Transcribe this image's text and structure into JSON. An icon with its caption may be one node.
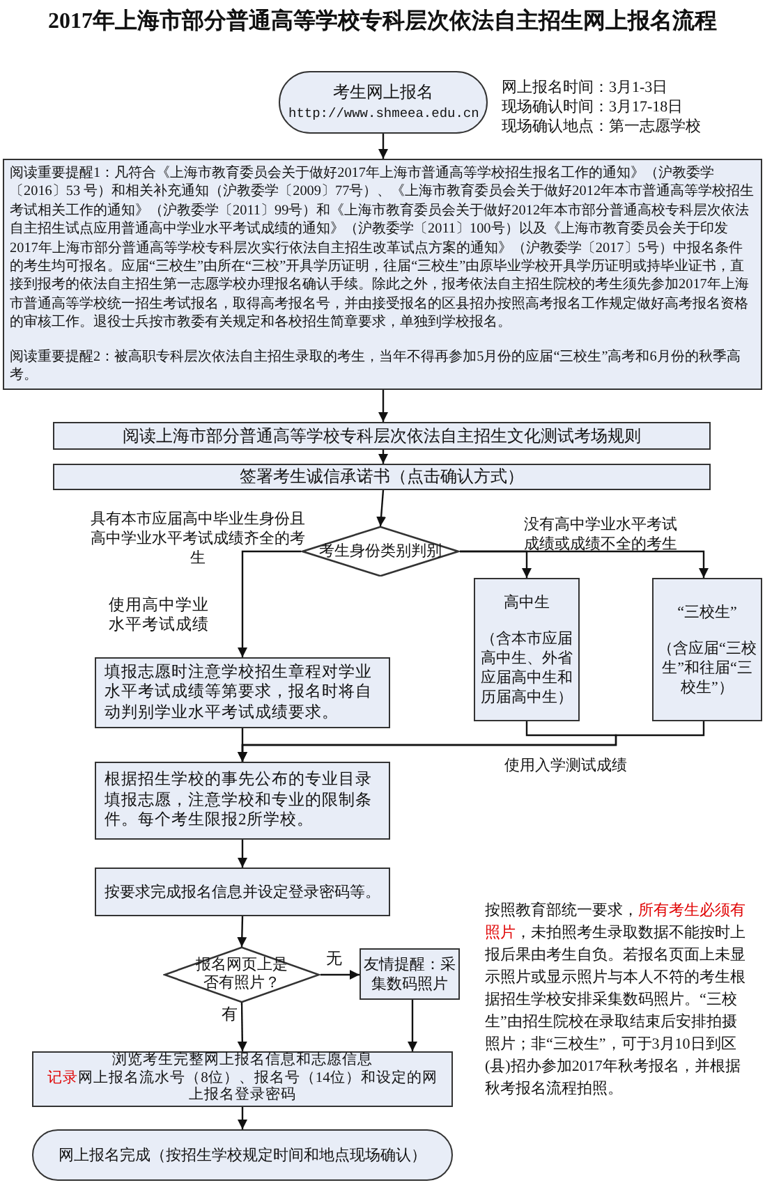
{
  "diagram": {
    "title": "2017年上海市部分普通高等学校专科层次依法自主招生网上报名流程",
    "nodes": [
      {
        "text": [
          "考生网上报名",
          "http://www.shmeea.edu.cn"
        ],
        "beside": [
          "网上报名时间：3月1-3日",
          "现场确认时间：3月17-18日",
          "现场确认地点：第一志愿学校"
        ]
      },
      {
        "text": [
          "阅读重要提醒1：凡符合《上海市教育委员会关于做好2017年上海市普通高等学校招生报名工作的通知》（沪教委学〔2016〕53 号）和相关补充通知（沪教委学〔2009〕77号）、《上海市教育委员会关于做好2012年本市普通高等学校招生考试相关工作的通知》（沪教委学〔2011〕99号）和《上海市教育委员会关于做好2012年本市部分普通高校专科层次依法自主招生试点应用普通高中学业水平考试成绩的通知》（沪教委学〔2011〕100号）以及《上海市教育委员会关于印发2017年上海市部分普通高等学校专科层次实行依法自主招生改革试点方案的通知》（沪教委学〔2017〕5号）中报名条件的考生均可报名。应届“三校生”由所在“三校”开具学历证明，往届“三校生”由原毕业学校开具学历证明或持毕业证书，直接到报考的依法自主招生第一志愿学校办理报名确认手续。除此之外，报考依法自主招生院校的考生须先参加2017年上海市普通高等学校统一招生考试报名，取得高考报名号，并由接受报名的区县招办按照高考报名工作规定做好高考报名资格的审核工作。退役士兵按市教委有关规定和各校招生简章要求，单独到学校报名。",
          "阅读重要提醒2：被高职专科层次依法自主招生录取的考生，当年不得再参加5月份的应届“三校生”高考和6月份的秋季高考。"
        ]
      },
      {
        "text": [
          "阅读上海市部分普通高等学校专科层次依法自主招生文化测试考场规则"
        ]
      },
      {
        "text": [
          "签署考生诚信承诺书（点击确认方式）"
        ]
      },
      {
        "text": [
          "考生身份类别判别"
        ]
      },
      {
        "text": [
          "高中生",
          "（含本市应届高中生、外省应届高中生和历届高中生）"
        ]
      },
      {
        "text": [
          "“三校生”",
          "（含应届“三校生”和往届“三校生”）"
        ]
      },
      {
        "text": [
          "填报志愿时注意学校招生章程对学业水平考试成绩等第要求，报名时将自动判别学业水平考试成绩要求。"
        ]
      },
      {
        "text": [
          "根据招生学校的事先公布的专业目录填报志愿，注意学校和专业的限制条件。每个考生限报2所学校。"
        ]
      },
      {
        "text": [
          "按要求完成报名信息并设定登录密码等。"
        ]
      },
      {
        "text": [
          "报名网页上是否有照片？"
        ]
      },
      {
        "text": [
          "友情提醒：采集数码照片"
        ]
      },
      {
        "text": [
          "浏览考生完整网上报名信息和志愿信息",
          "**记录**网上报名流水号（8位）、报名号（14位）和设定的网上报名登录密码"
        ]
      },
      {
        "text": [
          "网上报名完成（按招生学校规定时间和地点现场确认）"
        ]
      }
    ],
    "edges": [
      {
        "from": 0,
        "to": 1,
        "arrow": "to"
      },
      {
        "from": 1,
        "to": 2,
        "arrow": "to"
      },
      {
        "from": 2,
        "to": 3,
        "arrow": "to"
      },
      {
        "from": 3,
        "to": 4,
        "arrow": "to"
      },
      {
        "from": 4,
        "to": 7,
        "arrow": "to",
        "label": "使用高中学业水平考试成绩"
      },
      {
        "from": 4,
        "to": 5,
        "arrow": "to"
      },
      {
        "from": 4,
        "to": 6,
        "arrow": "to"
      },
      {
        "from": 7,
        "to": 8,
        "arrow": "to"
      },
      {
        "from": 5,
        "to": 8,
        "arrow": "to"
      },
      {
        "from": 6,
        "to": 8,
        "arrow": "to"
      },
      {
        "from": 8,
        "to": 9,
        "arrow": "to"
      },
      {
        "from": 9,
        "to": 10,
        "arrow": "to"
      },
      {
        "from": 10,
        "to": 11,
        "arrow": "to",
        "label": "无"
      },
      {
        "from": 10,
        "to": 12,
        "arrow": "to",
        "label": "有"
      },
      {
        "from": 11,
        "to": 12,
        "arrow": "to"
      },
      {
        "from": 12,
        "to": 13,
        "arrow": "to"
      }
    ],
    "labels": [
      "具有本市应届高中毕业生身份且高中学业水平考试成绩齐全的考生",
      "没有高中学业水平考试成绩或成绩不全的考生",
      "使用入学测试成绩",
      "按照教育部统一要求，**所有考生必须有照片**，未拍照考生录取数据不能按时上报后果由考生自负。若报名页面上未显示照片或显示照片与本人不符的考生根据招生学校安排采集数码照片。“三校生”由招生院校在录取结束后安排拍摄照片；非“三校生”，可于3月10日到区(县)招办参加2017年秋考报名，并根据秋考报名流程拍照。"
    ]
  }
}
